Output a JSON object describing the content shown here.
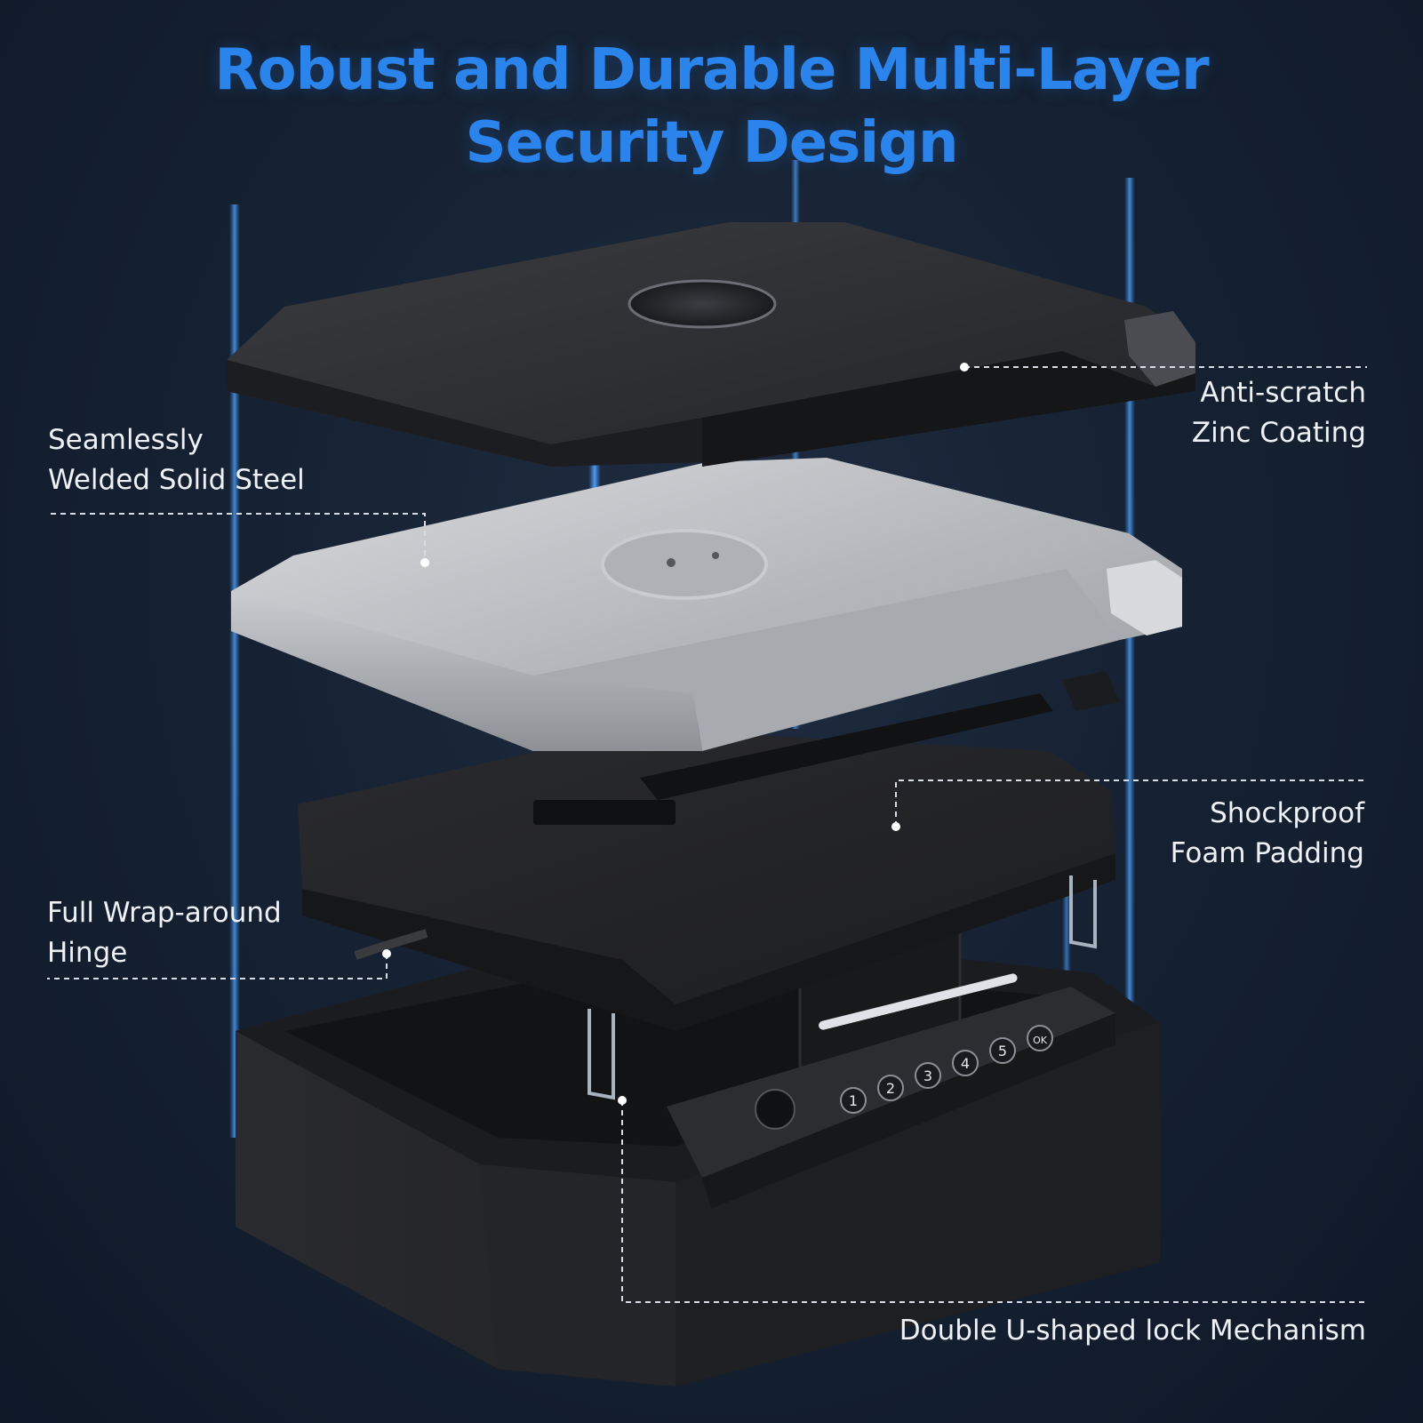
{
  "title": {
    "line1": "Robust and Durable Multi-Layer",
    "line2": "Security Design"
  },
  "callouts": {
    "anti_scratch": {
      "line1": "Anti-scratch",
      "line2": "Zinc Coating"
    },
    "welded_steel": {
      "line1": "Seamlessly",
      "line2": "Welded Solid Steel"
    },
    "foam": {
      "line1": "Shockproof",
      "line2": "Foam Padding"
    },
    "hinge": {
      "line1": "Full Wrap-around",
      "line2": "Hinge"
    },
    "lock": {
      "line1": "Double U-shaped lock Mechanism"
    }
  },
  "keypad": {
    "keys": [
      "1",
      "2",
      "3",
      "4",
      "5",
      "OK"
    ]
  },
  "colors": {
    "title": "#2b84ec",
    "background": "#162233",
    "glow": "#2f8cff",
    "text": "#eef2f7"
  }
}
